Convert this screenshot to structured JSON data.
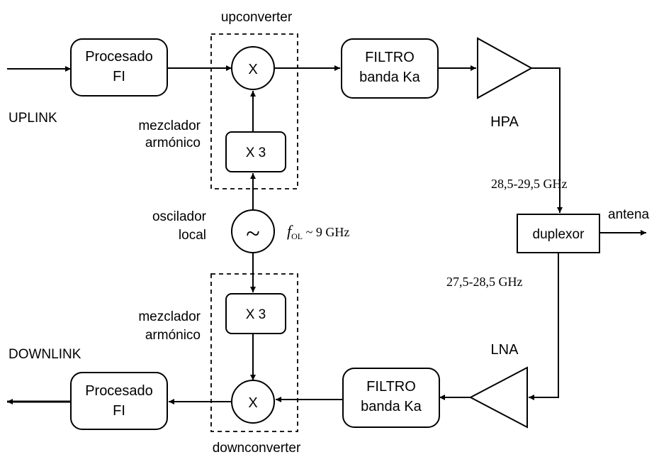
{
  "upconverter_label": "upconverter",
  "downconverter_label": "downconverter",
  "uplink_label": "UPLINK",
  "downlink_label": "DOWNLINK",
  "procesado": {
    "line1": "Procesado",
    "line2": "FI"
  },
  "filtro": {
    "line1": "FILTRO",
    "line2": "banda Ka"
  },
  "mixer_symbol": "X",
  "multiplier_label": "X 3",
  "mezclador": {
    "line1": "mezclador",
    "line2": "armónico"
  },
  "oscilador": {
    "line1": "oscilador",
    "line2": "local",
    "symbol": "~"
  },
  "fol": {
    "f": "f",
    "sub": "OL",
    "rest": " ~ 9 GHz"
  },
  "hpa_label": "HPA",
  "lna_label": "LNA",
  "freq_up": "28,5-29,5 GHz",
  "freq_down": "27,5-28,5 GHz",
  "duplexor_label": "duplexor",
  "antena_label": "antena"
}
